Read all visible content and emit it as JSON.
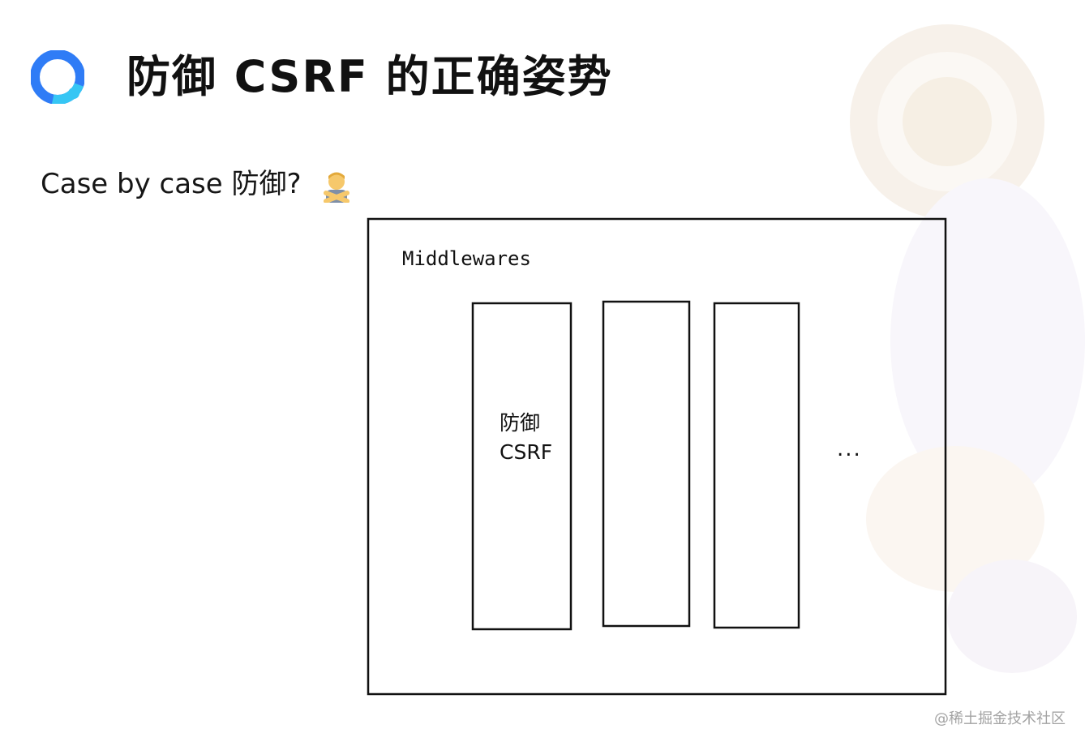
{
  "slide": {
    "title": "防御 CSRF 的正确姿势",
    "subtitle": "Case by case 防御?",
    "subtitle_icon": "person-gesturing-no-icon",
    "logo_icon": "q-logo-icon"
  },
  "diagram": {
    "container_label": "Middlewares",
    "columns": [
      {
        "line1": "防御",
        "line2": "CSRF"
      },
      {
        "line1": "",
        "line2": ""
      },
      {
        "line1": "",
        "line2": ""
      }
    ],
    "more_label": "..."
  },
  "footer": {
    "watermark": "@稀土掘金技术社区"
  },
  "colors": {
    "logo_blue": "#2f7cf6",
    "logo_cyan": "#36c6f4",
    "stroke": "#111111",
    "watermark": "#a3a3a3"
  }
}
